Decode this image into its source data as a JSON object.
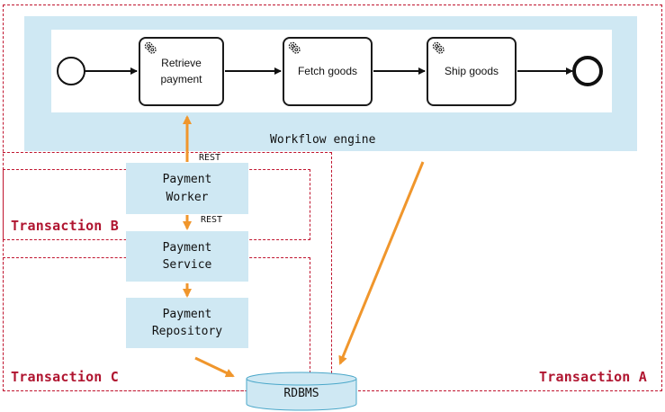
{
  "transactions": {
    "a": "Transaction A",
    "b": "Transaction B",
    "c": "Transaction C"
  },
  "engine": {
    "label": "Workflow engine"
  },
  "process": {
    "tasks": [
      {
        "label": "Retrieve payment",
        "icon": "gear-icon"
      },
      {
        "label": "Fetch goods",
        "icon": "gear-icon"
      },
      {
        "label": "Ship goods",
        "icon": "gear-icon"
      }
    ]
  },
  "services": {
    "worker": {
      "line1": "Payment",
      "line2": "Worker"
    },
    "service": {
      "line1": "Payment",
      "line2": "Service"
    },
    "repository": {
      "line1": "Payment",
      "line2": "Repository"
    }
  },
  "connections": {
    "rest_top": "REST",
    "rest_mid": "REST"
  },
  "database": {
    "label": "RDBMS"
  },
  "colors": {
    "transaction_border": "#c0152f",
    "transaction_text": "#b01530",
    "box_fill": "#cfe8f3",
    "arrow": "#f0962c"
  }
}
